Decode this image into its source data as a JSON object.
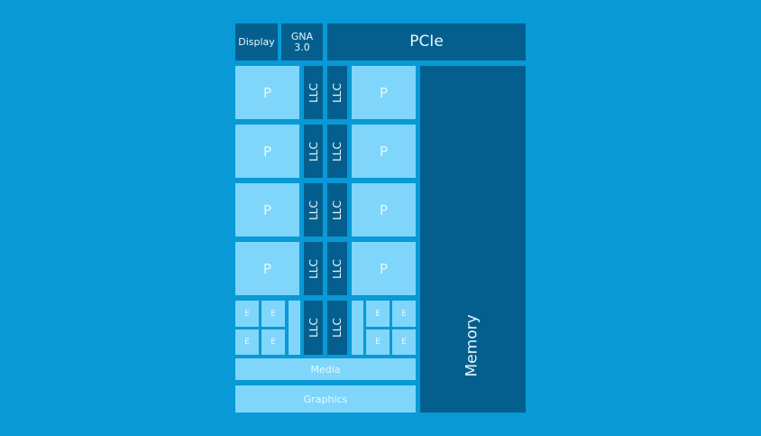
{
  "colors": {
    "background": "#0899d6",
    "dark_block": "#045f8e",
    "light_block": "#7fd6fa",
    "text": "#e8f8ff"
  },
  "blocks": {
    "display": "Display",
    "gna": "GNA\n3.0",
    "pcie": "PCIe",
    "memory": "Memory",
    "media": "Media",
    "graphics": "Graphics",
    "p_core": "P",
    "e_core": "E",
    "llc": "LLC"
  },
  "p_cores": [
    {
      "label": "P"
    },
    {
      "label": "P"
    },
    {
      "label": "P"
    },
    {
      "label": "P"
    },
    {
      "label": "P"
    },
    {
      "label": "P"
    },
    {
      "label": "P"
    },
    {
      "label": "P"
    }
  ],
  "llc_slices": [
    {
      "label": "LLC"
    },
    {
      "label": "LLC"
    },
    {
      "label": "LLC"
    },
    {
      "label": "LLC"
    },
    {
      "label": "LLC"
    },
    {
      "label": "LLC"
    },
    {
      "label": "LLC"
    },
    {
      "label": "LLC"
    },
    {
      "label": "LLC"
    },
    {
      "label": "LLC"
    }
  ],
  "e_cores": [
    {
      "label": "E"
    },
    {
      "label": "E"
    },
    {
      "label": "E"
    },
    {
      "label": "E"
    },
    {
      "label": "E"
    },
    {
      "label": "E"
    },
    {
      "label": "E"
    },
    {
      "label": "E"
    }
  ]
}
